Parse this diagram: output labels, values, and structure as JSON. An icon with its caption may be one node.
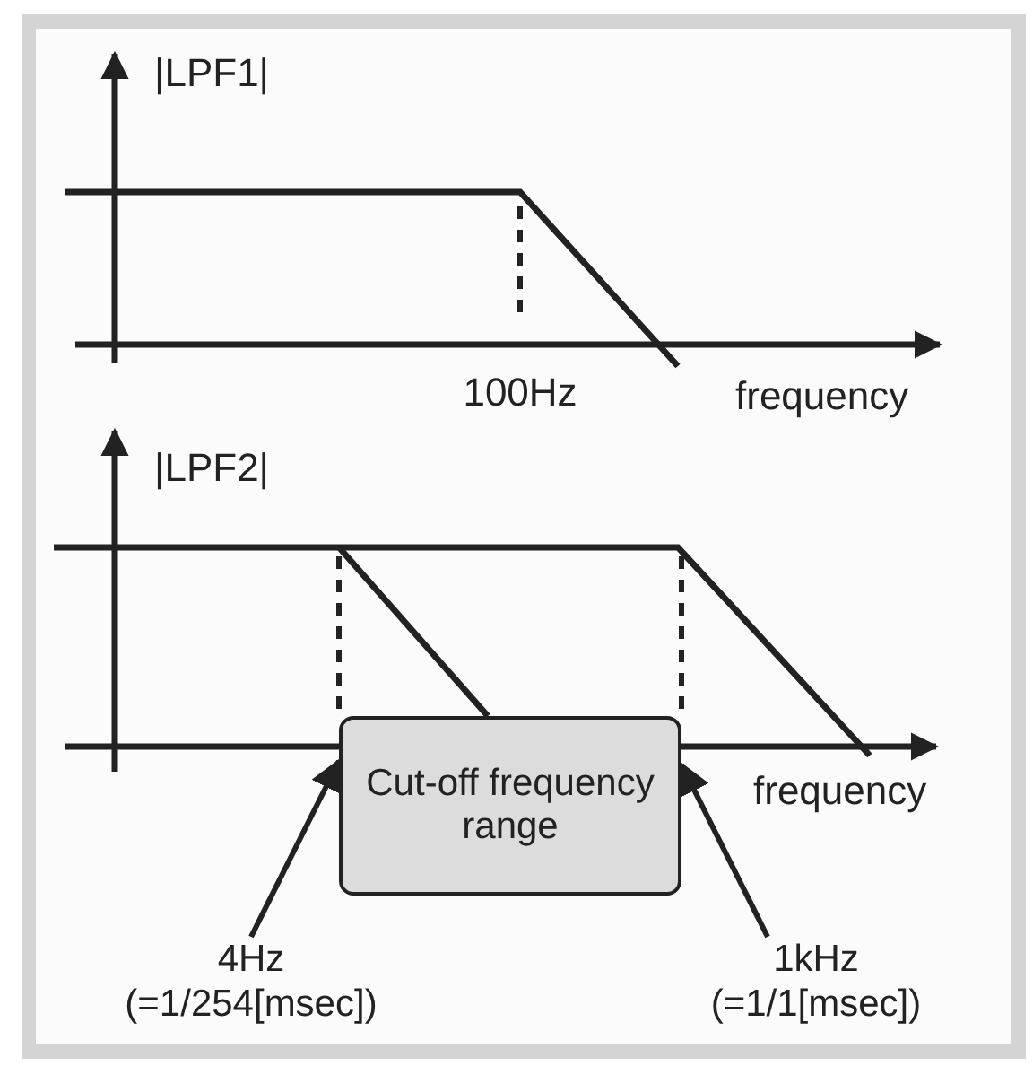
{
  "diagram": {
    "nodes": [
      {
        "text": [
          "Cut-off frequency range"
        ]
      },
      {
        "text": [
          "4Hz",
          "(=1/254[msec])"
        ]
      },
      {
        "text": [
          "1kHz",
          "(=1/1[msec])"
        ]
      }
    ],
    "edges": [
      {
        "from": 1,
        "to": 0,
        "arrow": "to"
      },
      {
        "from": 2,
        "to": 0,
        "arrow": "to"
      }
    ],
    "labels": [
      "|LPF1|",
      "100Hz",
      "frequency",
      "|LPF2|",
      "frequency"
    ]
  }
}
